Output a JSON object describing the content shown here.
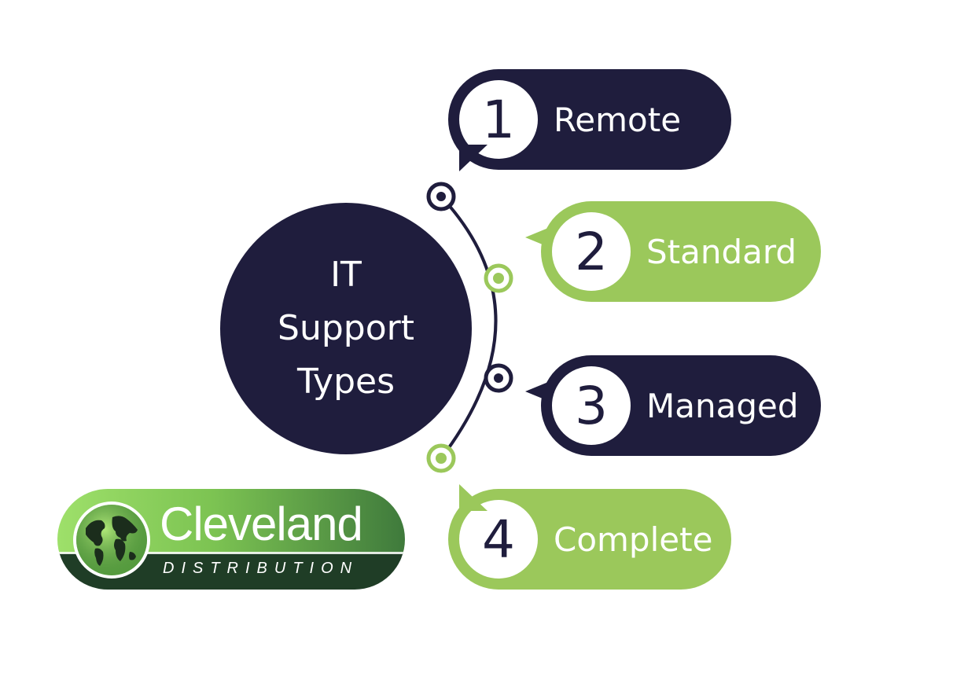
{
  "colors": {
    "navy": "#1f1d3d",
    "green": "#9bc85b",
    "white": "#ffffff"
  },
  "hub": {
    "lines": [
      "IT",
      "Support",
      "Types"
    ]
  },
  "items": [
    {
      "number": "1",
      "label": "Remote",
      "color": "navy"
    },
    {
      "number": "2",
      "label": "Standard",
      "color": "green"
    },
    {
      "number": "3",
      "label": "Managed",
      "color": "navy"
    },
    {
      "number": "4",
      "label": "Complete",
      "color": "green"
    }
  ],
  "logo": {
    "name": "Cleveland",
    "subtitle": "DISTRIBUTION",
    "icon": "globe-icon"
  }
}
